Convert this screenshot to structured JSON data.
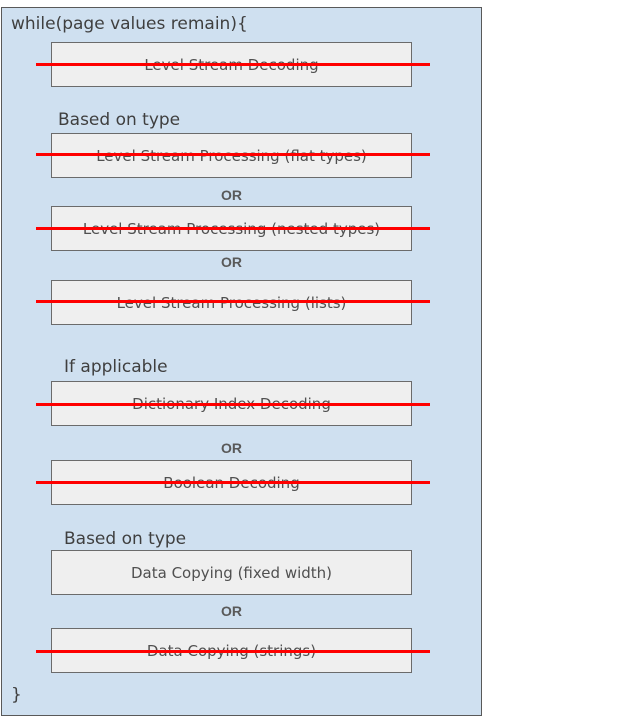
{
  "header": {
    "loop_open": "while(page values remain){",
    "loop_close": "}"
  },
  "sections": [
    {
      "label": "Based on type"
    },
    {
      "label": "If applicable"
    },
    {
      "label": "Based on type"
    }
  ],
  "or_label": "OR",
  "steps": [
    {
      "label": "Level Stream Decoding",
      "struck": true
    },
    {
      "label": "Level Stream Processing (flat types)",
      "struck": true
    },
    {
      "label": "Level Stream Processing (nested types)",
      "struck": true
    },
    {
      "label": "Level Stream Processing (lists)",
      "struck": true
    },
    {
      "label": "Dictionary Index Decoding",
      "struck": true
    },
    {
      "label": "Boolean Decoding",
      "struck": true
    },
    {
      "label": "Data Copying (fixed width)",
      "struck": false
    },
    {
      "label": "Data Copying (strings)",
      "struck": true
    }
  ],
  "colors": {
    "panel": "#cfe0f0",
    "box": "#efefef",
    "strike": "#ff0000"
  }
}
